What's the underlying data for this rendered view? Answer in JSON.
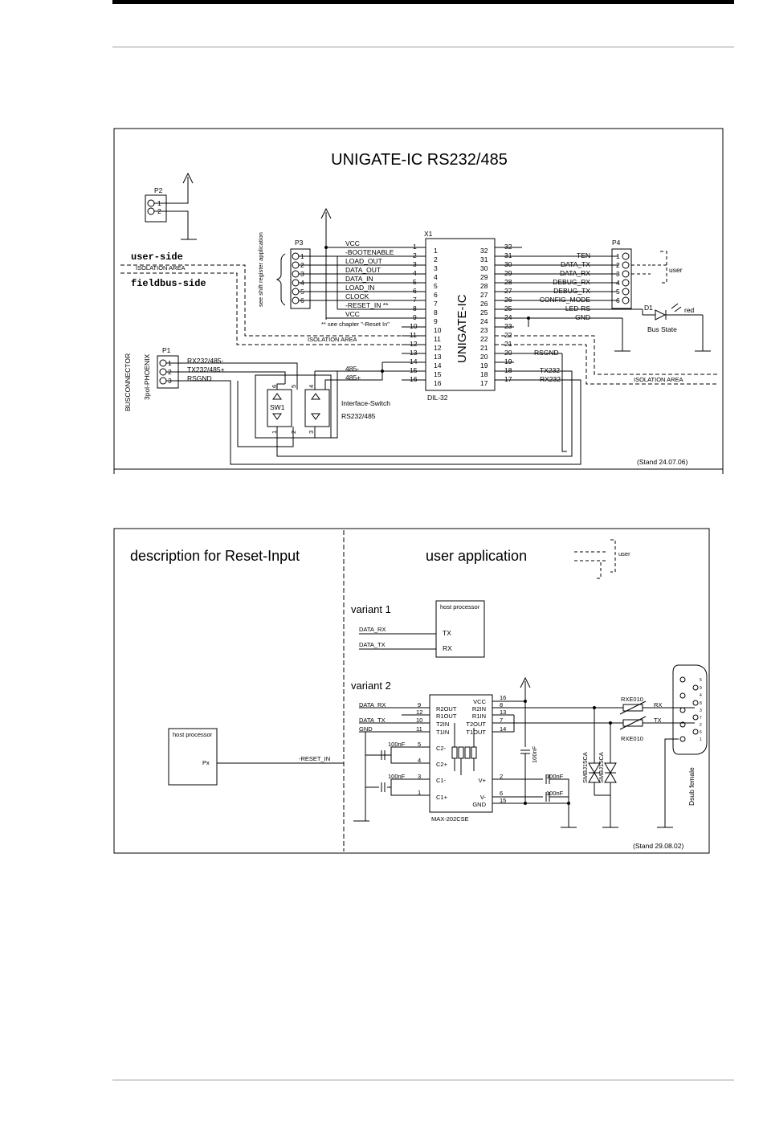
{
  "top_diagram": {
    "title": "UNIGATE-IC RS232/485",
    "stand": "(Stand 24.07.06)",
    "p2": {
      "name": "P2",
      "pins": [
        "1",
        "2"
      ]
    },
    "p3": {
      "name": "P3",
      "pins": [
        "1",
        "2",
        "3",
        "4",
        "5",
        "6"
      ],
      "note": "see shift register application"
    },
    "p4": {
      "name": "P4",
      "pins": [
        "1",
        "2",
        "3",
        "4",
        "5",
        "6"
      ]
    },
    "p1": {
      "name": "P1",
      "pins": [
        "1",
        "2",
        "3"
      ],
      "labels": [
        "RX232/485-",
        "TX232/485+",
        "RSGND"
      ],
      "type": "3pol-PHOENIX"
    },
    "busconnector": "BUSCONNECTOR",
    "user_side": "user-side",
    "fieldbus_side": "fieldbus-side",
    "isolation_area": "ISOLATION AREA",
    "x1": {
      "name": "X1",
      "chip": "UNIGATE-IC",
      "package": "DIL-32"
    },
    "left_signals": [
      "VCC",
      "-BOOTENABLE",
      "LOAD_OUT",
      "DATA_OUT",
      "DATA_IN",
      "LOAD_IN",
      "CLOCK",
      "-RESET_IN **",
      "VCC"
    ],
    "left_pins": [
      "1",
      "2",
      "3",
      "4",
      "5",
      "6",
      "7",
      "8",
      "9",
      "10",
      "11",
      "12",
      "13",
      "14",
      "15",
      "16"
    ],
    "right_pins": [
      "32",
      "31",
      "30",
      "29",
      "28",
      "27",
      "26",
      "25",
      "24",
      "23",
      "22",
      "21",
      "20",
      "19",
      "18",
      "17"
    ],
    "right_signals": [
      "TEN",
      "DATA_TX",
      "DATA_RX",
      "DEBUG_RX",
      "DEBUG_TX",
      "-CONFIG_MODE",
      "LED-RS",
      "GND"
    ],
    "signal_rsgnd": "RSGND",
    "signal_tx232": "TX232",
    "signal_rx232": "RX232",
    "reset_note": "** see chapter \"-Reset In\"",
    "net_485_minus": "485-",
    "net_485_plus": "485+",
    "interface_switch": "Interface-Switch",
    "interface_mode": "RS232/485",
    "sw1": {
      "name": "SW1",
      "pins": [
        "6",
        "5",
        "4",
        "1",
        "2",
        "3"
      ]
    },
    "d1": {
      "name": "D1",
      "color": "red",
      "label": "Bus State"
    },
    "user": "user"
  },
  "bottom_diagram": {
    "left_title": "description for Reset-Input",
    "right_title": "user application",
    "user": "user",
    "variant1": "variant 1",
    "variant2": "variant 2",
    "host_processor": "host processor",
    "tx": "TX",
    "rx": "RX",
    "data_rx": "DATA_RX",
    "data_tx": "DATA_TX",
    "gnd": "GND",
    "px": "Px",
    "reset_in": "-RESET_IN",
    "max_chip": "MAX-202CSE",
    "max_left_pins": [
      "9",
      "12",
      "10",
      "11",
      "5",
      "4",
      "3",
      "1"
    ],
    "max_left_labels": [
      "R2OUT",
      "R1OUT",
      "T2IN",
      "T1IN",
      "C2-",
      "C2+",
      "C1-",
      "C1+"
    ],
    "max_right_labels": [
      "VCC",
      "R2IN",
      "R1IN",
      "T2OUT",
      "T1OUT",
      "V+",
      "V-",
      "GND"
    ],
    "max_right_pins": [
      "16",
      "8",
      "13",
      "7",
      "14",
      "2",
      "6",
      "15"
    ],
    "cap_100nf": "100nF",
    "rxe010": "RXE010",
    "smbj1": "SMBJ15CA",
    "smbj2": "SMBJ15CA",
    "dsub": "Dsub female",
    "dsub_pins": [
      "5",
      "9",
      "4",
      "8",
      "3",
      "7",
      "2",
      "6",
      "1"
    ],
    "stand": "(Stand    29.08.02)"
  }
}
